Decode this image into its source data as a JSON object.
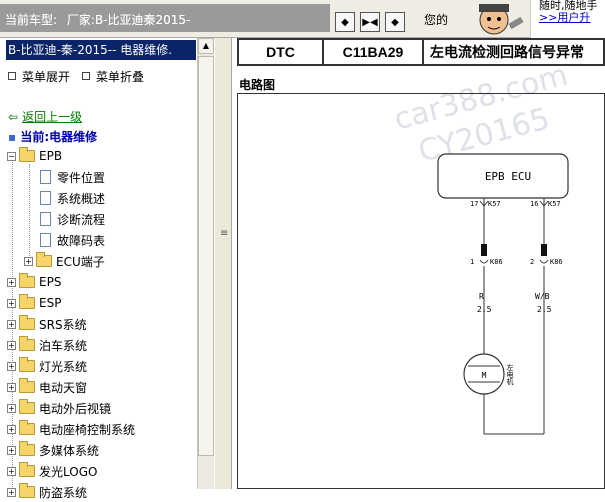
{
  "topbar": {
    "car_label": "当前车型:",
    "factory_label": "厂家:B-比亚迪秦2015-",
    "nav_buttons": [
      "◆",
      "▶◀",
      "◆"
    ],
    "welcome": "您的",
    "promo_line1": "随时,随地手",
    "promo_line2": ">>用户升"
  },
  "sidebar": {
    "title": "B-比亚迪-秦-2015-- 电器维修.",
    "expand_all": "菜单展开",
    "collapse_all": "菜单折叠",
    "back": "返回上一级",
    "current": "当前:电器维修",
    "tree": [
      {
        "label": "EPB",
        "type": "folder-open",
        "level": 0
      },
      {
        "label": "零件位置",
        "type": "doc",
        "level": 1
      },
      {
        "label": "系统概述",
        "type": "doc",
        "level": 1
      },
      {
        "label": "诊断流程",
        "type": "doc",
        "level": 1
      },
      {
        "label": "故障码表",
        "type": "doc",
        "level": 1
      },
      {
        "label": "ECU端子",
        "type": "folder",
        "level": 1
      },
      {
        "label": "EPS",
        "type": "folder",
        "level": 0
      },
      {
        "label": "ESP",
        "type": "folder",
        "level": 0
      },
      {
        "label": "SRS系统",
        "type": "folder",
        "level": 0
      },
      {
        "label": "泊车系统",
        "type": "folder",
        "level": 0
      },
      {
        "label": "灯光系统",
        "type": "folder",
        "level": 0
      },
      {
        "label": "电动天窗",
        "type": "folder",
        "level": 0
      },
      {
        "label": "电动外后视镜",
        "type": "folder",
        "level": 0
      },
      {
        "label": "电动座椅控制系统",
        "type": "folder",
        "level": 0
      },
      {
        "label": "多媒体系统",
        "type": "folder",
        "level": 0
      },
      {
        "label": "发光LOGO",
        "type": "folder",
        "level": 0
      },
      {
        "label": "防盗系统",
        "type": "folder",
        "level": 0
      }
    ]
  },
  "main": {
    "dtc_label": "DTC",
    "dtc_code": "C11BA29",
    "dtc_desc": "左电流检测回路信号异常",
    "diagram_title": "电路图",
    "watermark1": "car388.com",
    "watermark2": "CY20165",
    "diagram": {
      "ecu_label": "EPB  ECU",
      "pin_left": "17",
      "conn_left": "K57",
      "pin_right": "16",
      "conn_right": "K57",
      "pin2_left": "1",
      "conn2_left": "K86",
      "pin2_right": "2",
      "conn2_right": "K86",
      "wire_left_color": "R",
      "wire_left_size": "2.5",
      "wire_right_color": "W/B",
      "wire_right_size": "2.5",
      "motor_symbol": "M",
      "motor_label": "左电机"
    }
  }
}
